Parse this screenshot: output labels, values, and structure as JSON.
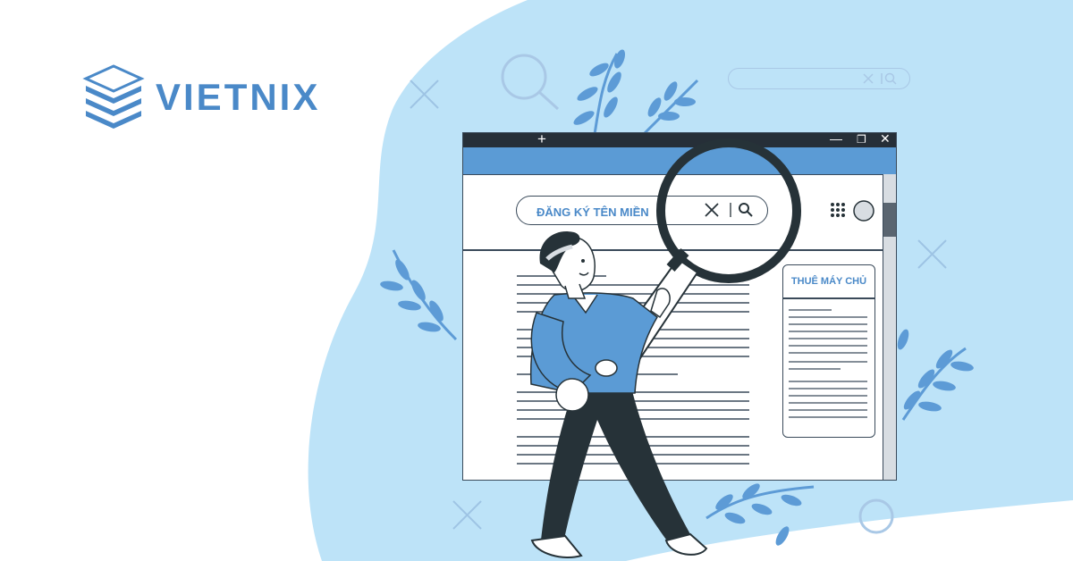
{
  "brand": {
    "name": "VIETNIX",
    "logo_icon": "stacked-server-icon"
  },
  "browser": {
    "new_tab_symbol": "+",
    "minimize_symbol": "—",
    "restore_symbol": "❐",
    "close_symbol": "✕"
  },
  "search": {
    "label": "ĐĂNG KÝ TÊN MIỀN",
    "clear_icon": "close-icon",
    "search_icon": "search-icon"
  },
  "sidebar_card": {
    "title": "THUÊ MÁY CHỦ"
  },
  "colors": {
    "brand_blue": "#4a89c8",
    "blob_blue": "#bde3f8",
    "leaf_blue": "#5d9bd6",
    "outline": "#3a4a5a",
    "dark_pants": "#263238",
    "shirt_blue": "#5b9bd5"
  }
}
